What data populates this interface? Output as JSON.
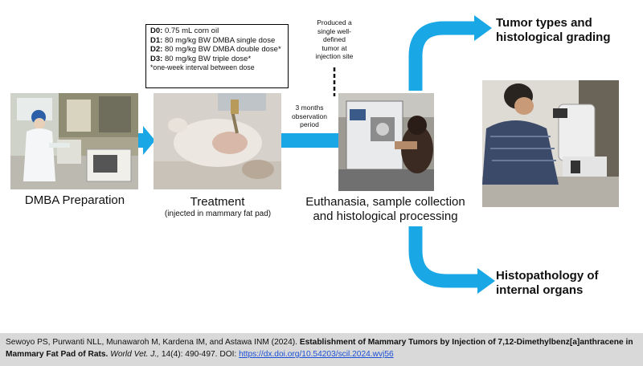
{
  "dose_box": {
    "lines": [
      {
        "key": "D0:",
        "text": " 0.75 mL corn oil"
      },
      {
        "key": "D1:",
        "text": " 80 mg/kg BW DMBA single dose"
      },
      {
        "key": "D2:",
        "text": " 80 mg/kg BW DMBA double dose*"
      },
      {
        "key": "D3:",
        "text": " 80 mg/kg BW triple dose*"
      }
    ],
    "note": "*one-week interval between dose"
  },
  "stages": {
    "preparation": "DMBA Preparation",
    "treatment": "Treatment",
    "treatment_sub": "(injected in mammary fat pad)",
    "euthanasia_line1": "Euthanasia, sample collection",
    "euthanasia_line2": "and histological processing"
  },
  "observation": [
    "3 months",
    "observation",
    "period"
  ],
  "produced": [
    "Produced a",
    "single well-",
    "defined",
    "tumor at",
    "injection site"
  ],
  "outcomes": {
    "tumor": [
      "Tumor types and",
      "histological grading"
    ],
    "histo": [
      "Histopathology of",
      "internal organs"
    ]
  },
  "citation": {
    "authors": "Sewoyo PS, Purwanti NLL, Munawaroh M, Kardena IM, and Astawa INM (2024).",
    "title": "Establishment of Mammary Tumors by Injection of 7,12-Dimethylbenz[a]anthracene in Mammary Fat Pad of Rats.",
    "journal": "World Vet. J.,",
    "volume": "14(4): 490-497. DOI:",
    "doi": "https://dx.doi.org/10.54203/scil.2024.wvj56"
  },
  "colors": {
    "arrow": "#1aa7e6",
    "citation_bg": "#d9d9d9"
  }
}
